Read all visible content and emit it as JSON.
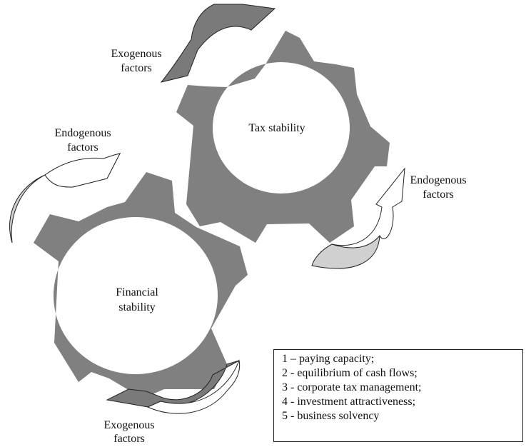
{
  "diagram": {
    "gear_top_label": "Tax stability",
    "gear_bottom_label_line1": "Financial",
    "gear_bottom_label_line2": "stability",
    "arrow_top_left_line1": "Exogenous",
    "arrow_top_left_line2": "factors",
    "arrow_left_line1": "Endogenous",
    "arrow_left_line2": "factors",
    "arrow_right_line1": "Endogenous",
    "arrow_right_line2": "factors",
    "arrow_bottom_line1": "Exogenous",
    "arrow_bottom_line2": "factors"
  },
  "legend": {
    "items": [
      "1 – paying capacity;",
      "2 - equilibrium of cash flows;",
      "3 - corporate tax management;",
      "4 - investment attractiveness;",
      "5 - business solvency"
    ]
  },
  "colors": {
    "gear": "#808080",
    "gear_hole": "#ffffff",
    "arrow_dark": "#7a7a7a",
    "arrow_light": "#d0d0d0",
    "outline": "#222222"
  }
}
